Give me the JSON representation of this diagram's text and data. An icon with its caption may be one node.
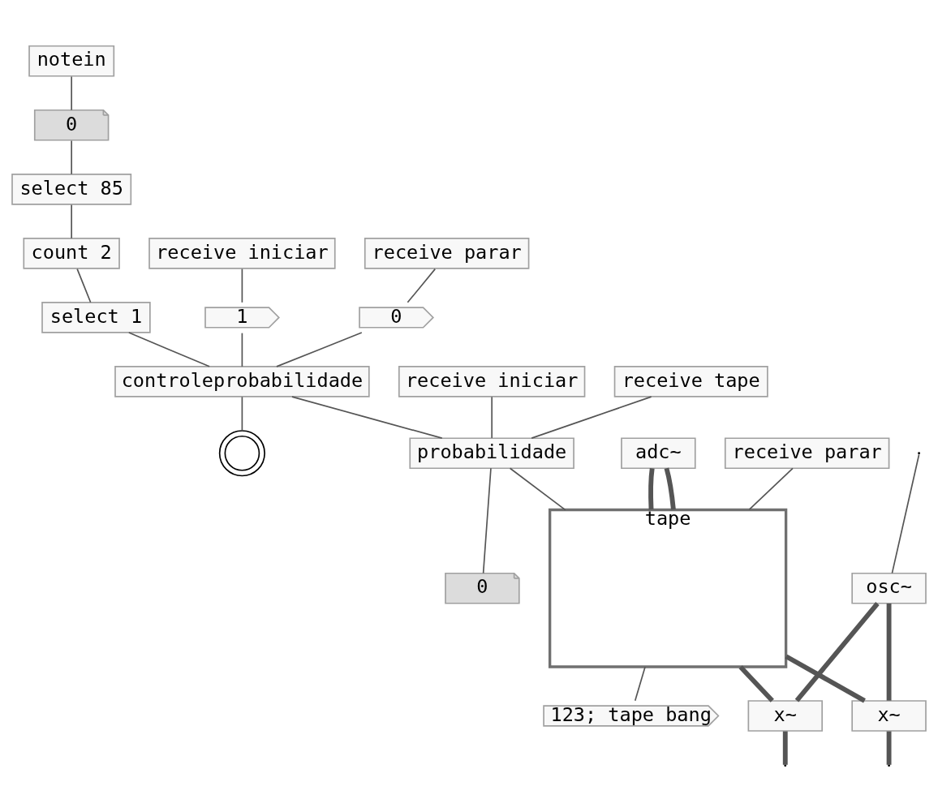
{
  "diagram": {
    "nodes": [
      {
        "text": [
          "notein"
        ]
      },
      {
        "text": [
          "0"
        ]
      },
      {
        "text": [
          "select 85"
        ]
      },
      {
        "text": [
          "count 2"
        ]
      },
      {
        "text": [
          "select 1"
        ]
      },
      {
        "text": [
          "receive iniciar"
        ]
      },
      {
        "text": [
          "receive parar"
        ]
      },
      {
        "text": [
          "1"
        ]
      },
      {
        "text": [
          "0"
        ]
      },
      {
        "text": [
          "controleprobabilidade"
        ]
      },
      {
        "text": [],
        "shape": "circle"
      },
      {
        "text": [
          "receive tape"
        ]
      },
      {
        "text": [
          "receive iniciar"
        ]
      },
      {
        "text": [
          "probabilidade"
        ]
      },
      {
        "text": [
          "0"
        ]
      },
      {
        "text": [
          "receive parar"
        ]
      },
      {
        "text": [
          "adc~"
        ]
      },
      {
        "text": [
          "tape"
        ]
      },
      {
        "text": [
          "osc~"
        ]
      },
      {
        "text": [
          "x~"
        ]
      },
      {
        "text": [
          "x~"
        ]
      },
      {
        "text": [
          "123; tape bang"
        ]
      }
    ],
    "edges": [
      {
        "from": 0,
        "to": 1,
        "arrow": "none"
      },
      {
        "from": 1,
        "to": 2,
        "arrow": "none"
      },
      {
        "from": 2,
        "to": 3,
        "arrow": "none"
      },
      {
        "from": 3,
        "to": 4,
        "arrow": "none"
      },
      {
        "from": 4,
        "to": 9,
        "arrow": "none"
      },
      {
        "from": 5,
        "to": 7,
        "arrow": "none"
      },
      {
        "from": 6,
        "to": 8,
        "arrow": "none"
      },
      {
        "from": 7,
        "to": 9,
        "arrow": "none"
      },
      {
        "from": 8,
        "to": 9,
        "arrow": "none"
      },
      {
        "from": 9,
        "to": 10,
        "arrow": "none"
      },
      {
        "from": 9,
        "to": 13,
        "arrow": "none"
      },
      {
        "from": 11,
        "to": 13,
        "arrow": "none"
      },
      {
        "from": 12,
        "to": 13,
        "arrow": "none"
      },
      {
        "from": 13,
        "to": 14,
        "arrow": "none"
      },
      {
        "from": 13,
        "to": 17,
        "arrow": "none"
      },
      {
        "from": 15,
        "to": 17,
        "arrow": "none"
      },
      {
        "from": 16,
        "to": 17,
        "arrow": "none",
        "style": "thick"
      },
      {
        "from": 16,
        "to": 17,
        "arrow": "none",
        "style": "thick"
      },
      {
        "from": 17,
        "to": 19,
        "arrow": "none",
        "style": "thick"
      },
      {
        "from": 17,
        "to": 20,
        "arrow": "none",
        "style": "thick"
      },
      {
        "from": 17,
        "to": 21,
        "arrow": "none"
      },
      {
        "from": null,
        "to": 18,
        "arrow": "none"
      },
      {
        "from": 18,
        "to": 19,
        "arrow": "none",
        "style": "thick"
      },
      {
        "from": 18,
        "to": 20,
        "arrow": "none",
        "style": "thick"
      },
      {
        "from": 19,
        "to": null,
        "arrow": "none",
        "style": "thick"
      },
      {
        "from": 20,
        "to": null,
        "arrow": "none",
        "style": "thick"
      }
    ]
  }
}
